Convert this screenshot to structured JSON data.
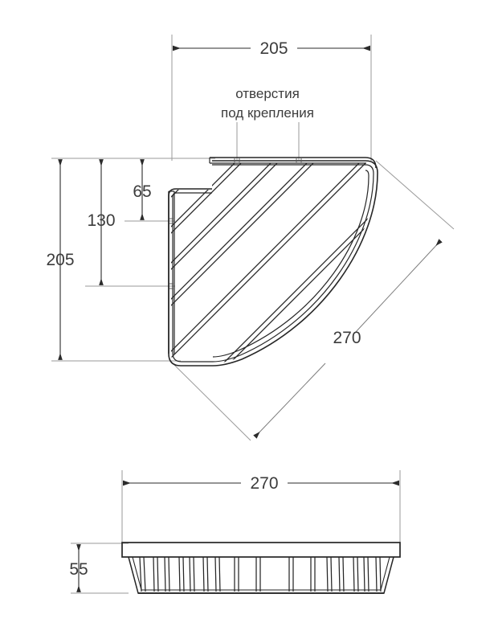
{
  "drawing": {
    "title": "Corner shower shelf technical drawing",
    "line_color": "#262626",
    "dim_color": "#8c8c8c",
    "text_color": "#3c3c3c",
    "background": "#ffffff",
    "units": "mm"
  },
  "top_view": {
    "name": "top-view",
    "dimensions": {
      "width_205": "205",
      "height_205": "205",
      "height_130": "130",
      "height_65": "65",
      "diagonal_270": "270"
    },
    "annotation": {
      "line1": "отверстия",
      "line2": "под крепления"
    }
  },
  "front_view": {
    "name": "front-view",
    "dimensions": {
      "width_270": "270",
      "height_55": "55"
    }
  }
}
